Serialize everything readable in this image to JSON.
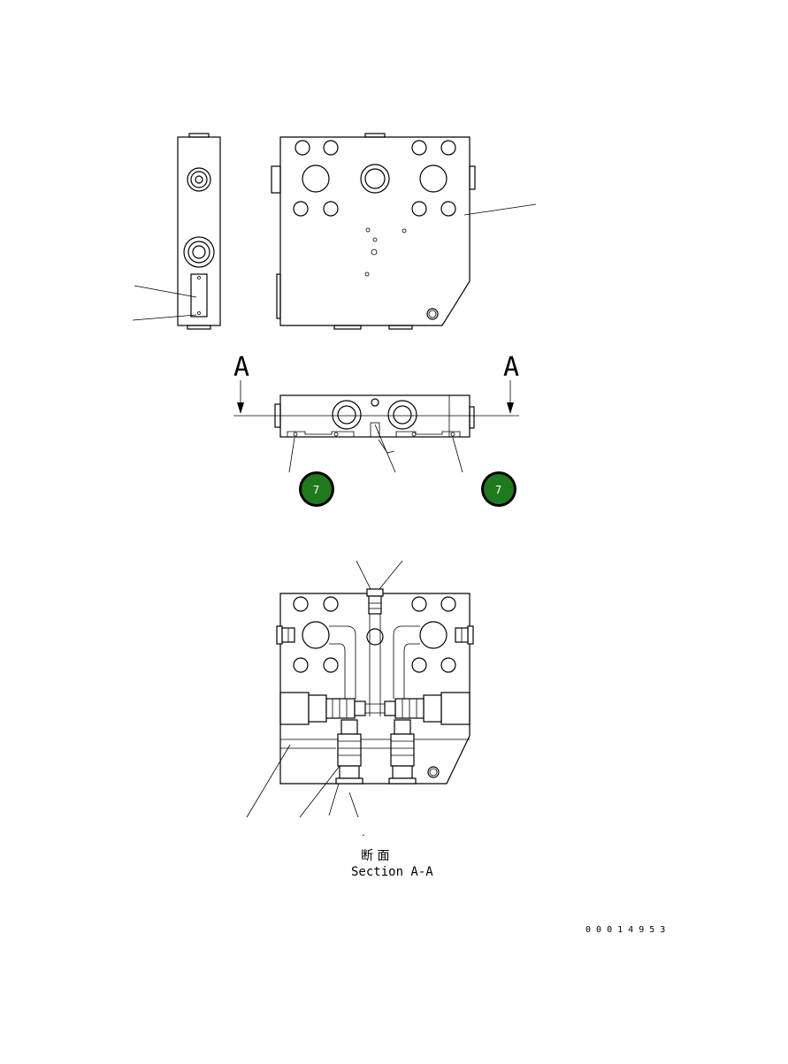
{
  "section_markers": {
    "left": "A",
    "right": "A"
  },
  "callouts": [
    {
      "label": "7",
      "color": "#1f7a1f",
      "ring": "#000000"
    },
    {
      "label": "7",
      "color": "#1f7a1f",
      "ring": "#000000"
    }
  ],
  "section_title": {
    "jp": "断 面",
    "en": "Section A-A"
  },
  "drawing_number": "0 0 0 1 4 9 5 3",
  "dot_mark": "."
}
